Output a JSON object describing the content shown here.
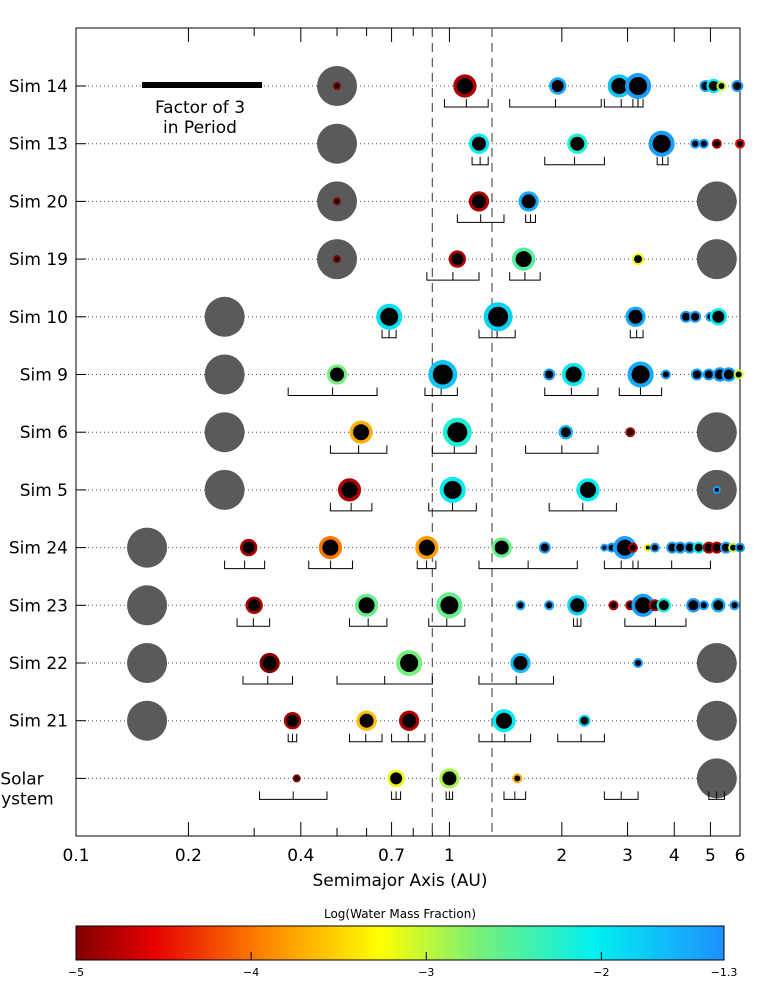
{
  "chart_data": {
    "type": "scatter",
    "xlabel": "Semimajor Axis (AU)",
    "x_scale": "log",
    "xlim": [
      0.1,
      6
    ],
    "x_ticks": [
      {
        "v": 0.1,
        "label": "0.1"
      },
      {
        "v": 0.2,
        "label": "0.2"
      },
      {
        "v": 0.4,
        "label": "0.4"
      },
      {
        "v": 0.7,
        "label": "0.7"
      },
      {
        "v": 1,
        "label": "1"
      },
      {
        "v": 2,
        "label": "2"
      },
      {
        "v": 3,
        "label": "3"
      },
      {
        "v": 4,
        "label": "4"
      },
      {
        "v": 5,
        "label": "5"
      },
      {
        "v": 6,
        "label": "6"
      }
    ],
    "minor_ticks": [
      0.3,
      0.5,
      0.6,
      0.8,
      0.9
    ],
    "reference_lines": [
      0.9,
      1.3
    ],
    "legend_note": {
      "line1": "Factor of 3",
      "line2": "in Period"
    },
    "colorbar": {
      "title": "Log(Water Mass Fraction)",
      "range": [
        -5,
        -1.3
      ],
      "ticks": [
        {
          "v": -5,
          "label": "−5"
        },
        {
          "v": -4,
          "label": "−4"
        },
        {
          "v": -3,
          "label": "−3"
        },
        {
          "v": -2,
          "label": "−2"
        },
        {
          "v": -1.3,
          "label": "−1.3"
        }
      ]
    },
    "rows": [
      {
        "name": "Sim 14",
        "giants": [
          0.5
        ],
        "planets": [
          {
            "a": 0.5,
            "s": 2,
            "w": -5
          },
          {
            "a": 1.1,
            "s": 8,
            "w": -4.8
          },
          {
            "a": 1.95,
            "s": 6,
            "w": -1.5
          },
          {
            "a": 2.85,
            "s": 8,
            "w": -1.7
          },
          {
            "a": 3.2,
            "s": 9,
            "w": -1.4
          },
          {
            "a": 4.85,
            "s": 4,
            "w": -1.4
          },
          {
            "a": 5.1,
            "s": 5,
            "w": -2.0
          },
          {
            "a": 5.35,
            "s": 3,
            "w": -3.0
          },
          {
            "a": 5.9,
            "s": 4,
            "w": -1.4
          }
        ],
        "brackets": [
          {
            "lo": 0.97,
            "hi": 1.27
          },
          {
            "lo": 1.45,
            "hi": 2.55
          },
          {
            "lo": 2.6,
            "hi": 3.2
          },
          {
            "lo": 3.1,
            "hi": 3.3
          }
        ]
      },
      {
        "name": "Sim 13",
        "giants": [
          0.5
        ],
        "planets": [
          {
            "a": 1.2,
            "s": 7,
            "w": -2.0
          },
          {
            "a": 2.2,
            "s": 7,
            "w": -2.2
          },
          {
            "a": 3.7,
            "s": 9,
            "w": -1.4
          },
          {
            "a": 4.55,
            "s": 3,
            "w": -1.4
          },
          {
            "a": 4.8,
            "s": 3,
            "w": -1.4
          },
          {
            "a": 5.2,
            "s": 3,
            "w": -4.8
          },
          {
            "a": 6.0,
            "s": 3,
            "w": -4.5
          }
        ],
        "brackets": [
          {
            "lo": 1.15,
            "hi": 1.27
          },
          {
            "lo": 1.8,
            "hi": 2.6
          },
          {
            "lo": 3.6,
            "hi": 3.85
          }
        ]
      },
      {
        "name": "Sim 20",
        "giants": [
          0.5,
          5.2
        ],
        "planets": [
          {
            "a": 0.5,
            "s": 2,
            "w": -5
          },
          {
            "a": 1.2,
            "s": 7,
            "w": -4.8
          },
          {
            "a": 1.63,
            "s": 7,
            "w": -1.5
          }
        ],
        "brackets": [
          {
            "lo": 1.05,
            "hi": 1.4
          },
          {
            "lo": 1.6,
            "hi": 1.7
          }
        ]
      },
      {
        "name": "Sim 19",
        "giants": [
          0.5,
          5.2
        ],
        "planets": [
          {
            "a": 0.5,
            "s": 2,
            "w": -5
          },
          {
            "a": 1.05,
            "s": 6,
            "w": -4.8
          },
          {
            "a": 1.58,
            "s": 8,
            "w": -2.5
          },
          {
            "a": 3.2,
            "s": 4,
            "w": -3.2
          }
        ],
        "brackets": [
          {
            "lo": 0.87,
            "hi": 1.2
          },
          {
            "lo": 1.45,
            "hi": 1.75
          }
        ]
      },
      {
        "name": "Sim 10",
        "giants": [
          0.25
        ],
        "planets": [
          {
            "a": 0.69,
            "s": 9,
            "w": -1.9
          },
          {
            "a": 1.35,
            "s": 10,
            "w": -1.8
          },
          {
            "a": 3.15,
            "s": 7,
            "w": -1.5
          },
          {
            "a": 4.3,
            "s": 4,
            "w": -1.4
          },
          {
            "a": 4.55,
            "s": 4,
            "w": -1.4
          },
          {
            "a": 5.0,
            "s": 3,
            "w": -1.4
          },
          {
            "a": 5.25,
            "s": 6,
            "w": -2.0
          }
        ],
        "brackets": [
          {
            "lo": 0.66,
            "hi": 0.72
          },
          {
            "lo": 1.2,
            "hi": 1.5
          },
          {
            "lo": 3.05,
            "hi": 3.3
          }
        ]
      },
      {
        "name": "Sim 9",
        "giants": [
          0.25
        ],
        "planets": [
          {
            "a": 0.5,
            "s": 7,
            "w": -2.7
          },
          {
            "a": 0.96,
            "s": 10,
            "w": -1.7
          },
          {
            "a": 1.85,
            "s": 4,
            "w": -1.4
          },
          {
            "a": 2.15,
            "s": 8,
            "w": -2.0
          },
          {
            "a": 3.25,
            "s": 9,
            "w": -1.5
          },
          {
            "a": 3.8,
            "s": 3,
            "w": -1.4
          },
          {
            "a": 4.6,
            "s": 4,
            "w": -1.4
          },
          {
            "a": 4.95,
            "s": 4,
            "w": -1.4
          },
          {
            "a": 5.3,
            "s": 5,
            "w": -1.4
          },
          {
            "a": 5.6,
            "s": 5,
            "w": -1.4
          },
          {
            "a": 5.95,
            "s": 3,
            "w": -3.0
          }
        ],
        "brackets": [
          {
            "lo": 0.37,
            "hi": 0.64
          },
          {
            "lo": 0.86,
            "hi": 1.05
          },
          {
            "lo": 1.8,
            "hi": 2.5
          },
          {
            "lo": 2.85,
            "hi": 3.7
          }
        ]
      },
      {
        "name": "Sim 6",
        "giants": [
          0.25,
          5.2
        ],
        "planets": [
          {
            "a": 0.58,
            "s": 8,
            "w": -3.7
          },
          {
            "a": 1.05,
            "s": 10,
            "w": -2.2
          },
          {
            "a": 2.05,
            "s": 5,
            "w": -1.6
          },
          {
            "a": 3.05,
            "s": 3,
            "w": -4.8
          }
        ],
        "brackets": [
          {
            "lo": 0.48,
            "hi": 0.68
          },
          {
            "lo": 0.9,
            "hi": 1.18
          },
          {
            "lo": 1.6,
            "hi": 2.5
          }
        ]
      },
      {
        "name": "Sim 5",
        "giants": [
          0.25,
          5.2
        ],
        "planets": [
          {
            "a": 0.54,
            "s": 8,
            "w": -4.8
          },
          {
            "a": 1.02,
            "s": 9,
            "w": -2.0
          },
          {
            "a": 2.35,
            "s": 8,
            "w": -2.0
          },
          {
            "a": 5.2,
            "s": 2,
            "w": -1.4
          }
        ],
        "brackets": [
          {
            "lo": 0.48,
            "hi": 0.62
          },
          {
            "lo": 0.88,
            "hi": 1.18
          },
          {
            "lo": 1.85,
            "hi": 2.8
          }
        ]
      },
      {
        "name": "Sim 24",
        "giants": [
          0.155
        ],
        "planets": [
          {
            "a": 0.29,
            "s": 6,
            "w": -4.8
          },
          {
            "a": 0.48,
            "s": 8,
            "w": -4.0
          },
          {
            "a": 0.87,
            "s": 8,
            "w": -3.8
          },
          {
            "a": 1.38,
            "s": 7,
            "w": -2.6
          },
          {
            "a": 1.8,
            "s": 4,
            "w": -1.4
          },
          {
            "a": 2.6,
            "s": 2,
            "w": -1.4
          },
          {
            "a": 2.72,
            "s": 3,
            "w": -1.4
          },
          {
            "a": 2.82,
            "s": 3,
            "w": -1.4
          },
          {
            "a": 2.95,
            "s": 8,
            "w": -1.4
          },
          {
            "a": 3.1,
            "s": 3,
            "w": -4.8
          },
          {
            "a": 3.4,
            "s": 2,
            "w": -3.2
          },
          {
            "a": 3.55,
            "s": 3,
            "w": -1.4
          },
          {
            "a": 3.95,
            "s": 4,
            "w": -1.4
          },
          {
            "a": 4.15,
            "s": 4,
            "w": -1.4
          },
          {
            "a": 4.4,
            "s": 4,
            "w": -1.4
          },
          {
            "a": 4.65,
            "s": 4,
            "w": -2.0
          },
          {
            "a": 4.95,
            "s": 4,
            "w": -4.8
          },
          {
            "a": 5.2,
            "s": 4,
            "w": -4.8
          },
          {
            "a": 5.5,
            "s": 4,
            "w": -1.4
          },
          {
            "a": 5.75,
            "s": 3,
            "w": -3.0
          },
          {
            "a": 6.0,
            "s": 3,
            "w": -1.4
          }
        ],
        "brackets": [
          {
            "lo": 0.25,
            "hi": 0.32
          },
          {
            "lo": 0.42,
            "hi": 0.55
          },
          {
            "lo": 0.82,
            "hi": 0.92
          },
          {
            "lo": 1.2,
            "hi": 2.2
          },
          {
            "lo": 2.6,
            "hi": 3.2
          },
          {
            "lo": 3.1,
            "hi": 5.0
          }
        ]
      },
      {
        "name": "Sim 23",
        "giants": [
          0.155
        ],
        "planets": [
          {
            "a": 0.3,
            "s": 6,
            "w": -4.8
          },
          {
            "a": 0.6,
            "s": 8,
            "w": -2.6
          },
          {
            "a": 1.0,
            "s": 9,
            "w": -2.6
          },
          {
            "a": 1.55,
            "s": 3,
            "w": -1.4
          },
          {
            "a": 1.85,
            "s": 3,
            "w": -1.4
          },
          {
            "a": 2.2,
            "s": 7,
            "w": -1.8
          },
          {
            "a": 2.75,
            "s": 3,
            "w": -4.8
          },
          {
            "a": 3.05,
            "s": 3,
            "w": -4.8
          },
          {
            "a": 3.3,
            "s": 8,
            "w": -1.4
          },
          {
            "a": 3.55,
            "s": 4,
            "w": -4.8
          },
          {
            "a": 3.75,
            "s": 5,
            "w": -2.2
          },
          {
            "a": 4.5,
            "s": 5,
            "w": -1.4
          },
          {
            "a": 4.8,
            "s": 3,
            "w": -1.4
          },
          {
            "a": 5.25,
            "s": 5,
            "w": -1.6
          },
          {
            "a": 5.8,
            "s": 3,
            "w": -1.4
          }
        ],
        "brackets": [
          {
            "lo": 0.27,
            "hi": 0.33
          },
          {
            "lo": 0.54,
            "hi": 0.68
          },
          {
            "lo": 0.88,
            "hi": 1.1
          },
          {
            "lo": 2.15,
            "hi": 2.25
          },
          {
            "lo": 2.95,
            "hi": 4.3
          }
        ]
      },
      {
        "name": "Sim 22",
        "giants": [
          0.155,
          5.2
        ],
        "planets": [
          {
            "a": 0.33,
            "s": 7,
            "w": -5
          },
          {
            "a": 0.78,
            "s": 9,
            "w": -2.7
          },
          {
            "a": 1.55,
            "s": 7,
            "w": -1.6
          },
          {
            "a": 3.2,
            "s": 3,
            "w": -1.4
          }
        ],
        "brackets": [
          {
            "lo": 0.28,
            "hi": 0.38
          },
          {
            "lo": 0.5,
            "hi": 0.9
          },
          {
            "lo": 1.2,
            "hi": 1.9
          }
        ]
      },
      {
        "name": "Sim 21",
        "giants": [
          0.155,
          5.2
        ],
        "planets": [
          {
            "a": 0.38,
            "s": 6,
            "w": -4.8
          },
          {
            "a": 0.6,
            "s": 7,
            "w": -3.6
          },
          {
            "a": 0.78,
            "s": 7,
            "w": -4.8
          },
          {
            "a": 1.4,
            "s": 8,
            "w": -2.0
          },
          {
            "a": 2.3,
            "s": 4,
            "w": -1.8
          }
        ],
        "brackets": [
          {
            "lo": 0.37,
            "hi": 0.39
          },
          {
            "lo": 0.54,
            "hi": 0.66
          },
          {
            "lo": 0.7,
            "hi": 0.86
          },
          {
            "lo": 1.2,
            "hi": 1.65
          },
          {
            "lo": 1.95,
            "hi": 2.6
          }
        ]
      },
      {
        "name": "Solar System",
        "giants": [
          5.2
        ],
        "planets": [
          {
            "a": 0.39,
            "s": 2,
            "w": -5
          },
          {
            "a": 0.72,
            "s": 6,
            "w": -3.2
          },
          {
            "a": 1.0,
            "s": 7,
            "w": -2.9
          },
          {
            "a": 1.52,
            "s": 3,
            "w": -3.7
          }
        ],
        "brackets": [
          {
            "lo": 0.31,
            "hi": 0.47
          },
          {
            "lo": 0.7,
            "hi": 0.74
          },
          {
            "lo": 0.98,
            "hi": 1.02
          },
          {
            "lo": 1.4,
            "hi": 1.6
          },
          {
            "lo": 2.6,
            "hi": 3.2
          },
          {
            "lo": 4.95,
            "hi": 5.45
          }
        ]
      }
    ]
  }
}
